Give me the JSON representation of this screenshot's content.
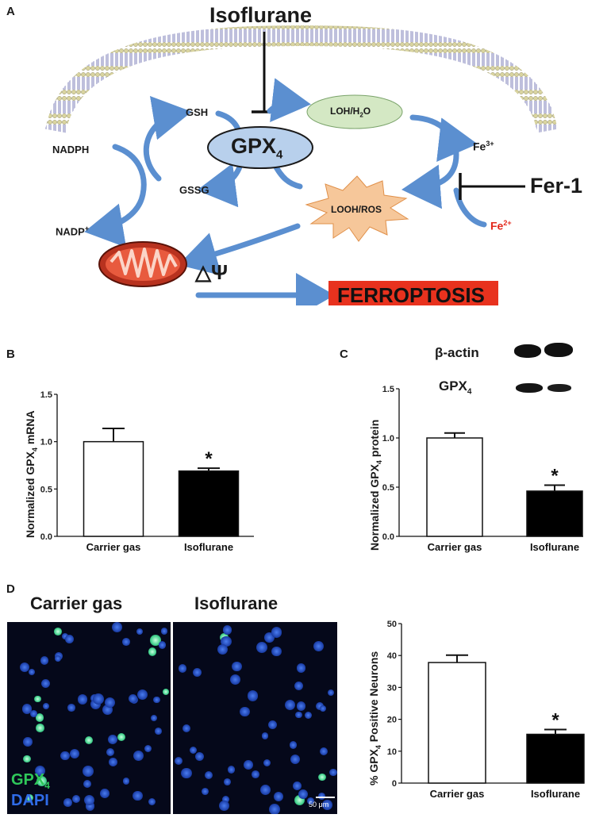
{
  "panel_a": {
    "letter": "A",
    "isoflurane": "Isoflurane",
    "gsh": "GSH",
    "gssg": "GSSG",
    "nadph": "NADPH",
    "nadp": "NADP",
    "nadp_sup": "+",
    "gpx": "GPX",
    "gpx_sub": "4",
    "loh": "LOH/H",
    "loh_sub": "2",
    "loh_tail": "O",
    "looh": "LOOH/ROS",
    "fe3": "Fe",
    "fe3_sup": "3+",
    "fe2": "Fe",
    "fe2_sup": "2+",
    "fer1": "Fer-1",
    "delta_psi": "△Ψ",
    "ferroptosis": "FERROPTOSIS",
    "colors": {
      "arrow": "#5b8fd0",
      "ferroptosis_bg": "#e8321e",
      "fe2": "#e3281b",
      "gpx_fill": "#b8d0ec",
      "loh_fill": "#d4e8c4",
      "looh_fill": "#f6c79a"
    }
  },
  "panel_b": {
    "letter": "B",
    "ylabel_pre": "Normalized GPX",
    "ylabel_sub": "4",
    "ylabel_post": " mRNA",
    "yticks": [
      "0.0",
      "0.5",
      "1.0",
      "1.5"
    ],
    "asterisk": "*"
  },
  "panel_c": {
    "letter": "C",
    "ylabel_pre": "Normalized GPX",
    "ylabel_sub": "4",
    "ylabel_post": " protein",
    "yticks": [
      "0.0",
      "0.5",
      "1.0",
      "1.5"
    ],
    "blot_actin": "β-actin",
    "blot_gpx": "GPX",
    "blot_gpx_sub": "4",
    "asterisk": "*"
  },
  "panel_d": {
    "letter": "D",
    "img_title_1": "Carrier gas",
    "img_title_2": "Isoflurane",
    "legend_gpx": "GPX",
    "legend_gpx_sub": "4",
    "legend_dapi": "DAPI",
    "scale": "50 μm",
    "ylabel_pre": "% GPX",
    "ylabel_sub": "4",
    "ylabel_post": " Positive Neurons",
    "yticks": [
      "0",
      "10",
      "20",
      "30",
      "40",
      "50"
    ],
    "asterisk": "*"
  },
  "chart_data": [
    {
      "type": "bar",
      "panel": "B",
      "categories": [
        "Carrier gas",
        "Isoflurane"
      ],
      "values": [
        1.0,
        0.69
      ],
      "errors": [
        0.14,
        0.03
      ],
      "ylim": [
        0,
        1.5
      ],
      "bar_colors": [
        "#ffffff",
        "#000000"
      ],
      "significance": [
        "",
        "*"
      ]
    },
    {
      "type": "bar",
      "panel": "C",
      "categories": [
        "Carrier gas",
        "Isoflurane"
      ],
      "values": [
        1.0,
        0.46
      ],
      "errors": [
        0.05,
        0.06
      ],
      "ylim": [
        0,
        1.5
      ],
      "bar_colors": [
        "#ffffff",
        "#000000"
      ],
      "significance": [
        "",
        "*"
      ]
    },
    {
      "type": "bar",
      "panel": "D",
      "categories": [
        "Carrier gas",
        "Isoflurane"
      ],
      "values": [
        37.8,
        15.3
      ],
      "errors": [
        2.3,
        1.5
      ],
      "ylim": [
        0,
        50
      ],
      "bar_colors": [
        "#ffffff",
        "#000000"
      ],
      "significance": [
        "",
        "*"
      ]
    }
  ]
}
